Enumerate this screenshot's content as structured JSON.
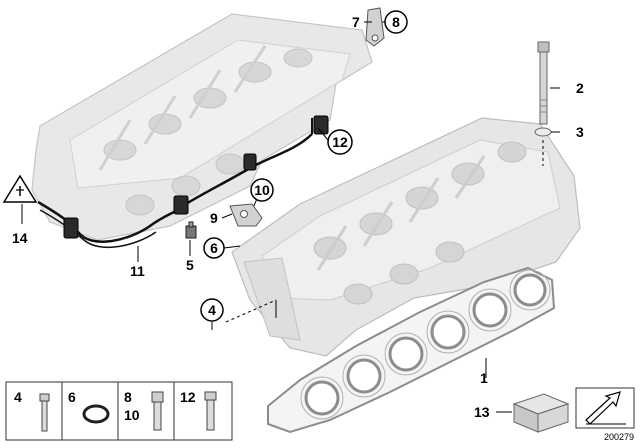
{
  "callouts": {
    "c1": "1",
    "c2": "2",
    "c3": "3",
    "c4": "4",
    "c5": "5",
    "c6": "6",
    "c7": "7",
    "c8": "8",
    "c9": "9",
    "c10": "10",
    "c11": "11",
    "c12": "12",
    "c13": "13",
    "c14": "14"
  },
  "legend": {
    "item_4": "4",
    "item_6": "6",
    "item_8": "8",
    "item_10": "10",
    "item_12": "12"
  },
  "diagram_number": "200279",
  "colors": {
    "part_fill": "#e6e6e6",
    "part_edge": "#bdbdbd",
    "gasket": "#9a9a9a",
    "line": "#000000"
  }
}
